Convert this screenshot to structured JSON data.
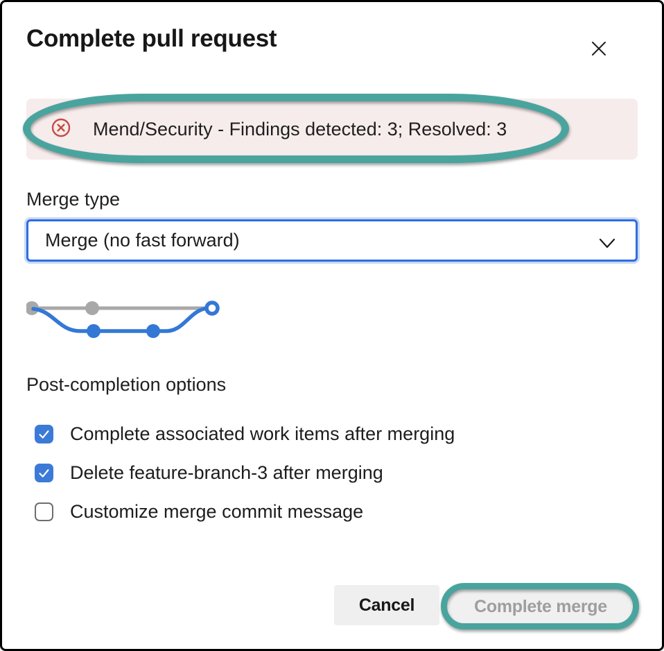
{
  "dialog": {
    "title": "Complete pull request"
  },
  "alert": {
    "message": "Mend/Security - Findings detected: 3; Resolved: 3",
    "icon": "error-circle-x-icon"
  },
  "merge_type": {
    "label": "Merge type",
    "selected_option": "Merge (no fast forward)"
  },
  "post_completion": {
    "heading": "Post-completion options",
    "options": [
      {
        "label": "Complete associated work items after merging",
        "checked": "true"
      },
      {
        "label": "Delete feature-branch-3 after merging",
        "checked": "true"
      },
      {
        "label": "Customize merge commit message",
        "checked": "false"
      }
    ]
  },
  "footer": {
    "cancel_label": "Cancel",
    "complete_merge_label": "Complete merge",
    "complete_merge_disabled": "true"
  },
  "colors": {
    "annotation_teal": "#4aa49e",
    "alert_background": "#f7ecec",
    "alert_icon_red": "#c84a41",
    "focus_border_blue": "#2d6edf",
    "focus_halo_blue": "#c9d8f4",
    "checkbox_blue": "#3b7ad7",
    "graph_blue": "#3478d6",
    "graph_gray": "#a8a8a8",
    "disabled_text_gray": "#9e9e9e",
    "button_background_gray": "#efefef",
    "dialog_border": "#000000"
  }
}
